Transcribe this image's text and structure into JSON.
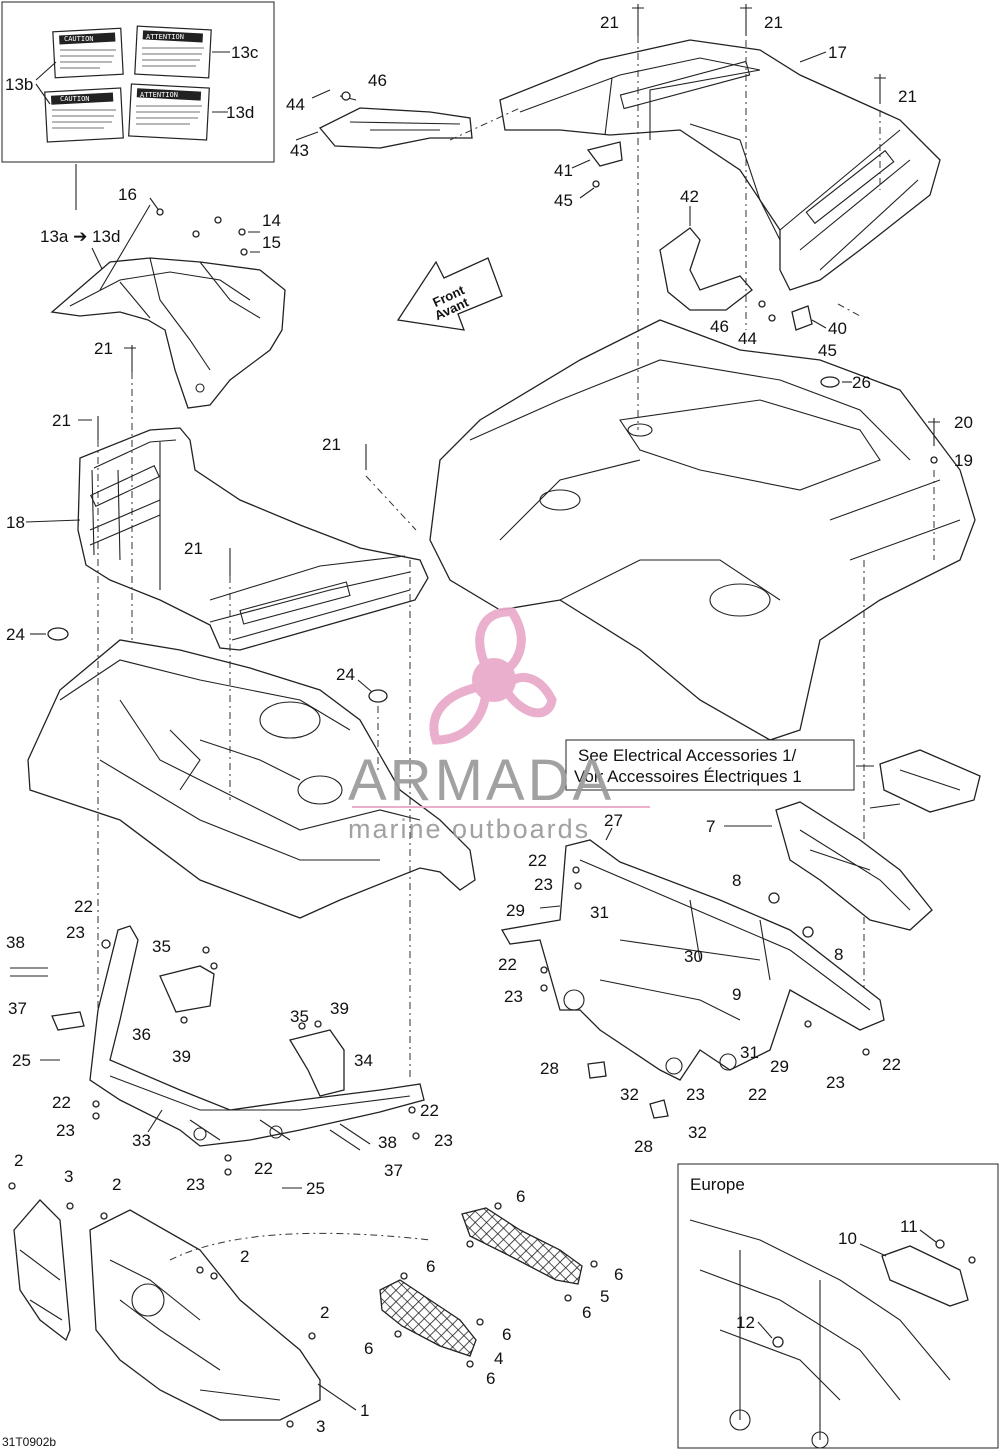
{
  "diagram": {
    "drawing_code": "31T0902b",
    "info_box": {
      "line1": "See Electrical Accessories 1/",
      "line2": "Voir Accessoires Électriques 1"
    },
    "direction_badge": {
      "line1": "Front",
      "line2": "Avant"
    },
    "inset": {
      "title": "Europe",
      "callouts": [
        "10",
        "11",
        "12"
      ]
    },
    "decals": {
      "caution_heading": "CAUTION",
      "attention_heading": "ATTENTION",
      "labels": [
        "13b",
        "13c",
        "13d"
      ],
      "range_label": "13a ➔ 13d"
    },
    "callouts": [
      "21",
      "21",
      "17",
      "21",
      "46",
      "44",
      "43",
      "41",
      "45",
      "42",
      "40",
      "46",
      "44",
      "45",
      "16",
      "14",
      "15",
      "21",
      "26",
      "21",
      "20",
      "19",
      "18",
      "21",
      "21",
      "24",
      "24",
      "27",
      "22",
      "23",
      "7",
      "8",
      "8",
      "29",
      "31",
      "22",
      "23",
      "30",
      "9",
      "31",
      "29",
      "22",
      "23",
      "28",
      "32",
      "23",
      "22",
      "28",
      "32",
      "22",
      "23",
      "38",
      "35",
      "37",
      "36",
      "39",
      "25",
      "35",
      "39",
      "34",
      "22",
      "23",
      "33",
      "22",
      "23",
      "38",
      "37",
      "23",
      "22",
      "25",
      "2",
      "3",
      "2",
      "2",
      "2",
      "3",
      "1",
      "6",
      "6",
      "6",
      "5",
      "6",
      "6",
      "4",
      "6"
    ]
  },
  "watermark": {
    "brand": "ARMADA",
    "tagline": "marine outboards",
    "colors": {
      "mark": "#e8a9c9",
      "text": "#9a9a9a"
    }
  }
}
